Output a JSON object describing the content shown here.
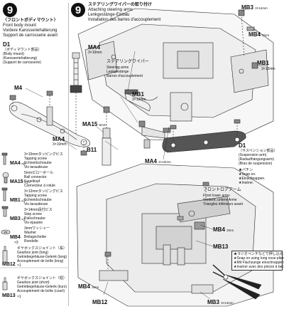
{
  "left": {
    "step": "9",
    "header_jp": "〈フロントボディマウント〉",
    "header_en": "Front body mount",
    "header_de": "Vordere Karosseriehalterung",
    "header_fr": "Support de carrosserie avant",
    "d1": {
      "label": "D1",
      "jp": "（ボディマウント部品）",
      "en": "(Body mount)",
      "de": "(Karosseriehalterung)",
      "fr": "(Support de carrosserie)"
    },
    "m4_label": "M4",
    "ma4_label": "MA4",
    "ma4_size": "3×10mm"
  },
  "parts_list": [
    {
      "code": "MA4",
      "qty": "×6",
      "size": "3×10mm",
      "jp": "3×10mmタッピングビス",
      "en": "Tapping screw",
      "de": "Schneidschraube",
      "fr": "Vis taraudeuse"
    },
    {
      "code": "MA15",
      "qty": "×1",
      "size": "5mm",
      "jp": "5mmピローボール",
      "en": "Ball connector",
      "de": "Kugelkopf",
      "fr": "Connecteur à rotule"
    },
    {
      "code": "MB1",
      "qty": "×2",
      "size": "3×12mm",
      "jp": "3×12mmタッピングビス",
      "en": "Tapping screw",
      "de": "Schneidschraube",
      "fr": "Vis taraudeuse"
    },
    {
      "code": "MB3",
      "qty": "×3",
      "size": "3×14mm",
      "jp": "3×14mm段付ビス",
      "en": "Step screw",
      "de": "Paßschraube",
      "fr": "Vis épaulée"
    },
    {
      "code": "MB4",
      "qty": "×3",
      "size": "3mm",
      "jp": "3mmワッシャー",
      "en": "Washer",
      "de": "Beilagscheibe",
      "fr": "Rondelle"
    },
    {
      "code": "MB12",
      "qty": "×1",
      "size": "",
      "jp": "ギヤボックスジョイント（長）",
      "en": "Gearbox joint (long)",
      "de": "Getriebegehäuse-Gelenk (lang)",
      "fr": "Accouplement de boîte (long)"
    },
    {
      "code": "MB13",
      "qty": "×1",
      "size": "",
      "jp": "ギヤボックスジョイント（短）",
      "en": "Gearbox joint (short)",
      "de": "Getriebegehäuse-Gelenk (kurz)",
      "fr": "Accouplement de boîte (court)"
    }
  ],
  "right": {
    "step": "9",
    "header_jp": "ステアリングワイパーの取り付け",
    "header_en": "Attaching steering arms",
    "header_de": "Lenkgestänge-Einbau",
    "header_fr": "Installation des barres d'accouplement",
    "steering_arm": {
      "jp": "ステアリングワイパー",
      "en": "Steering arms",
      "de": "Lenkgestänge",
      "fr": "Barres d'accouplement"
    },
    "d1": {
      "label": "D1",
      "jp": "（サスペンション部品）",
      "en": "(Suspension arm)",
      "de": "(Radaufhängungsarm)",
      "fr": "(Bras de suspension)"
    },
    "front_lower_arm": {
      "jp": "フロントロアアーム",
      "en": "Front lower arms",
      "de": "Vordere, untere Arme",
      "fr": "Triangles inférieurs avant"
    },
    "snap": {
      "jp": "★パチン",
      "en": "★Snap on.",
      "de": "★Einschnappen.",
      "fr": "★Insérer."
    },
    "tool_note": {
      "jp": "★ラジオペンチなどで押し込みます。",
      "en": "★Snap on using long nose pliers.",
      "de": "★Mit Flachzange einschnappen.",
      "fr": "★Insérer avec des pinces à bec long."
    },
    "callouts": {
      "mb3_top": "MB3",
      "mb3_top_size": "3×14mm",
      "mb4_top": "MB4",
      "mb4_top_size": "3mm",
      "mb1_right": "MB1",
      "mb1_right_size": "3×12mm",
      "ma4_mid": "MA4",
      "ma4_mid_size": "3×10mm",
      "mb1_mid": "MB1",
      "mb1_mid_size": "3×12mm",
      "ma15": "MA15",
      "ma15_size": "5mm",
      "b11": "B11",
      "ma4_low": "MA4",
      "ma4_low_size": "3×10mm",
      "mb4_mid": "MB4",
      "mb4_mid_size": "3mm",
      "mb13": "MB13",
      "mb4_low": "MB4",
      "mb4_low_size": "3mm",
      "mb12": "MB12",
      "mb3_bottom": "MB3",
      "mb3_bottom_size": "3×14mm"
    }
  }
}
